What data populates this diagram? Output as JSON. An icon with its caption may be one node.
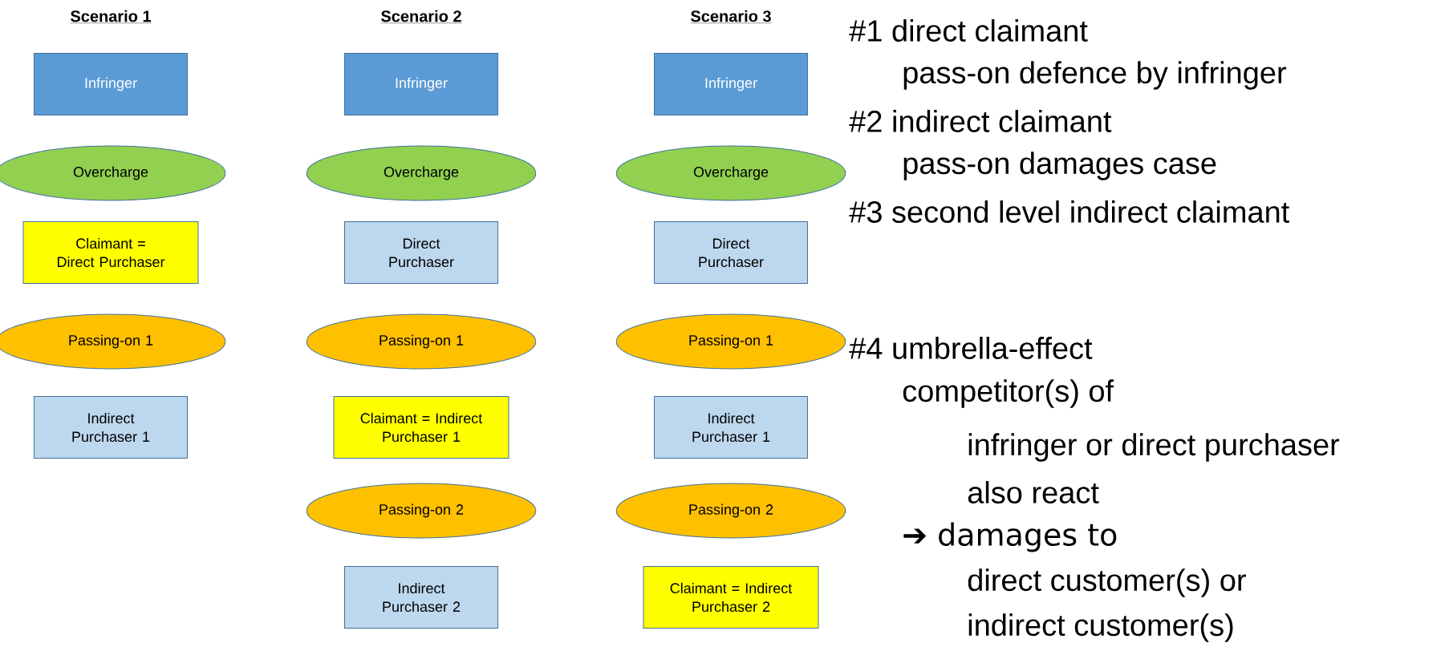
{
  "diagram": {
    "nodes": [
      {
        "text": [
          "Infringer"
        ]
      },
      {
        "text": [
          "Overcharge"
        ]
      },
      {
        "text": [
          "Claimant = Direct Purchaser"
        ]
      },
      {
        "text": [
          "Passing-on 1"
        ]
      },
      {
        "text": [
          "Indirect Purchaser 1"
        ]
      },
      {
        "text": [
          "Infringer"
        ]
      },
      {
        "text": [
          "Overcharge"
        ]
      },
      {
        "text": [
          "Direct Purchaser"
        ]
      },
      {
        "text": [
          "Passing-on 1"
        ]
      },
      {
        "text": [
          "Claimant = Indirect Purchaser 1"
        ]
      },
      {
        "text": [
          "Passing-on 2"
        ]
      },
      {
        "text": [
          "Indirect Purchaser 2"
        ]
      },
      {
        "text": [
          "Infringer"
        ]
      },
      {
        "text": [
          "Overcharge"
        ]
      },
      {
        "text": [
          "Direct Purchaser"
        ]
      },
      {
        "text": [
          "Passing-on 1"
        ]
      },
      {
        "text": [
          "Indirect Purchaser 1"
        ]
      },
      {
        "text": [
          "Passing-on 2"
        ]
      },
      {
        "text": [
          "Claimant = Indirect Purchaser 2"
        ]
      }
    ],
    "labels": [
      "Scenario 1",
      "Scenario 2",
      "Scenario 3",
      "#1 direct claimant",
      "pass-on defence by infringer",
      "#2 indirect claimant",
      "pass-on damages case",
      "#3 second level indirect claimant",
      "#4 umbrella-effect",
      "competitor(s) of",
      "infringer or direct purchaser",
      "also react",
      "➔ damages to",
      "direct customer(s) or",
      "indirect customer(s)"
    ]
  }
}
